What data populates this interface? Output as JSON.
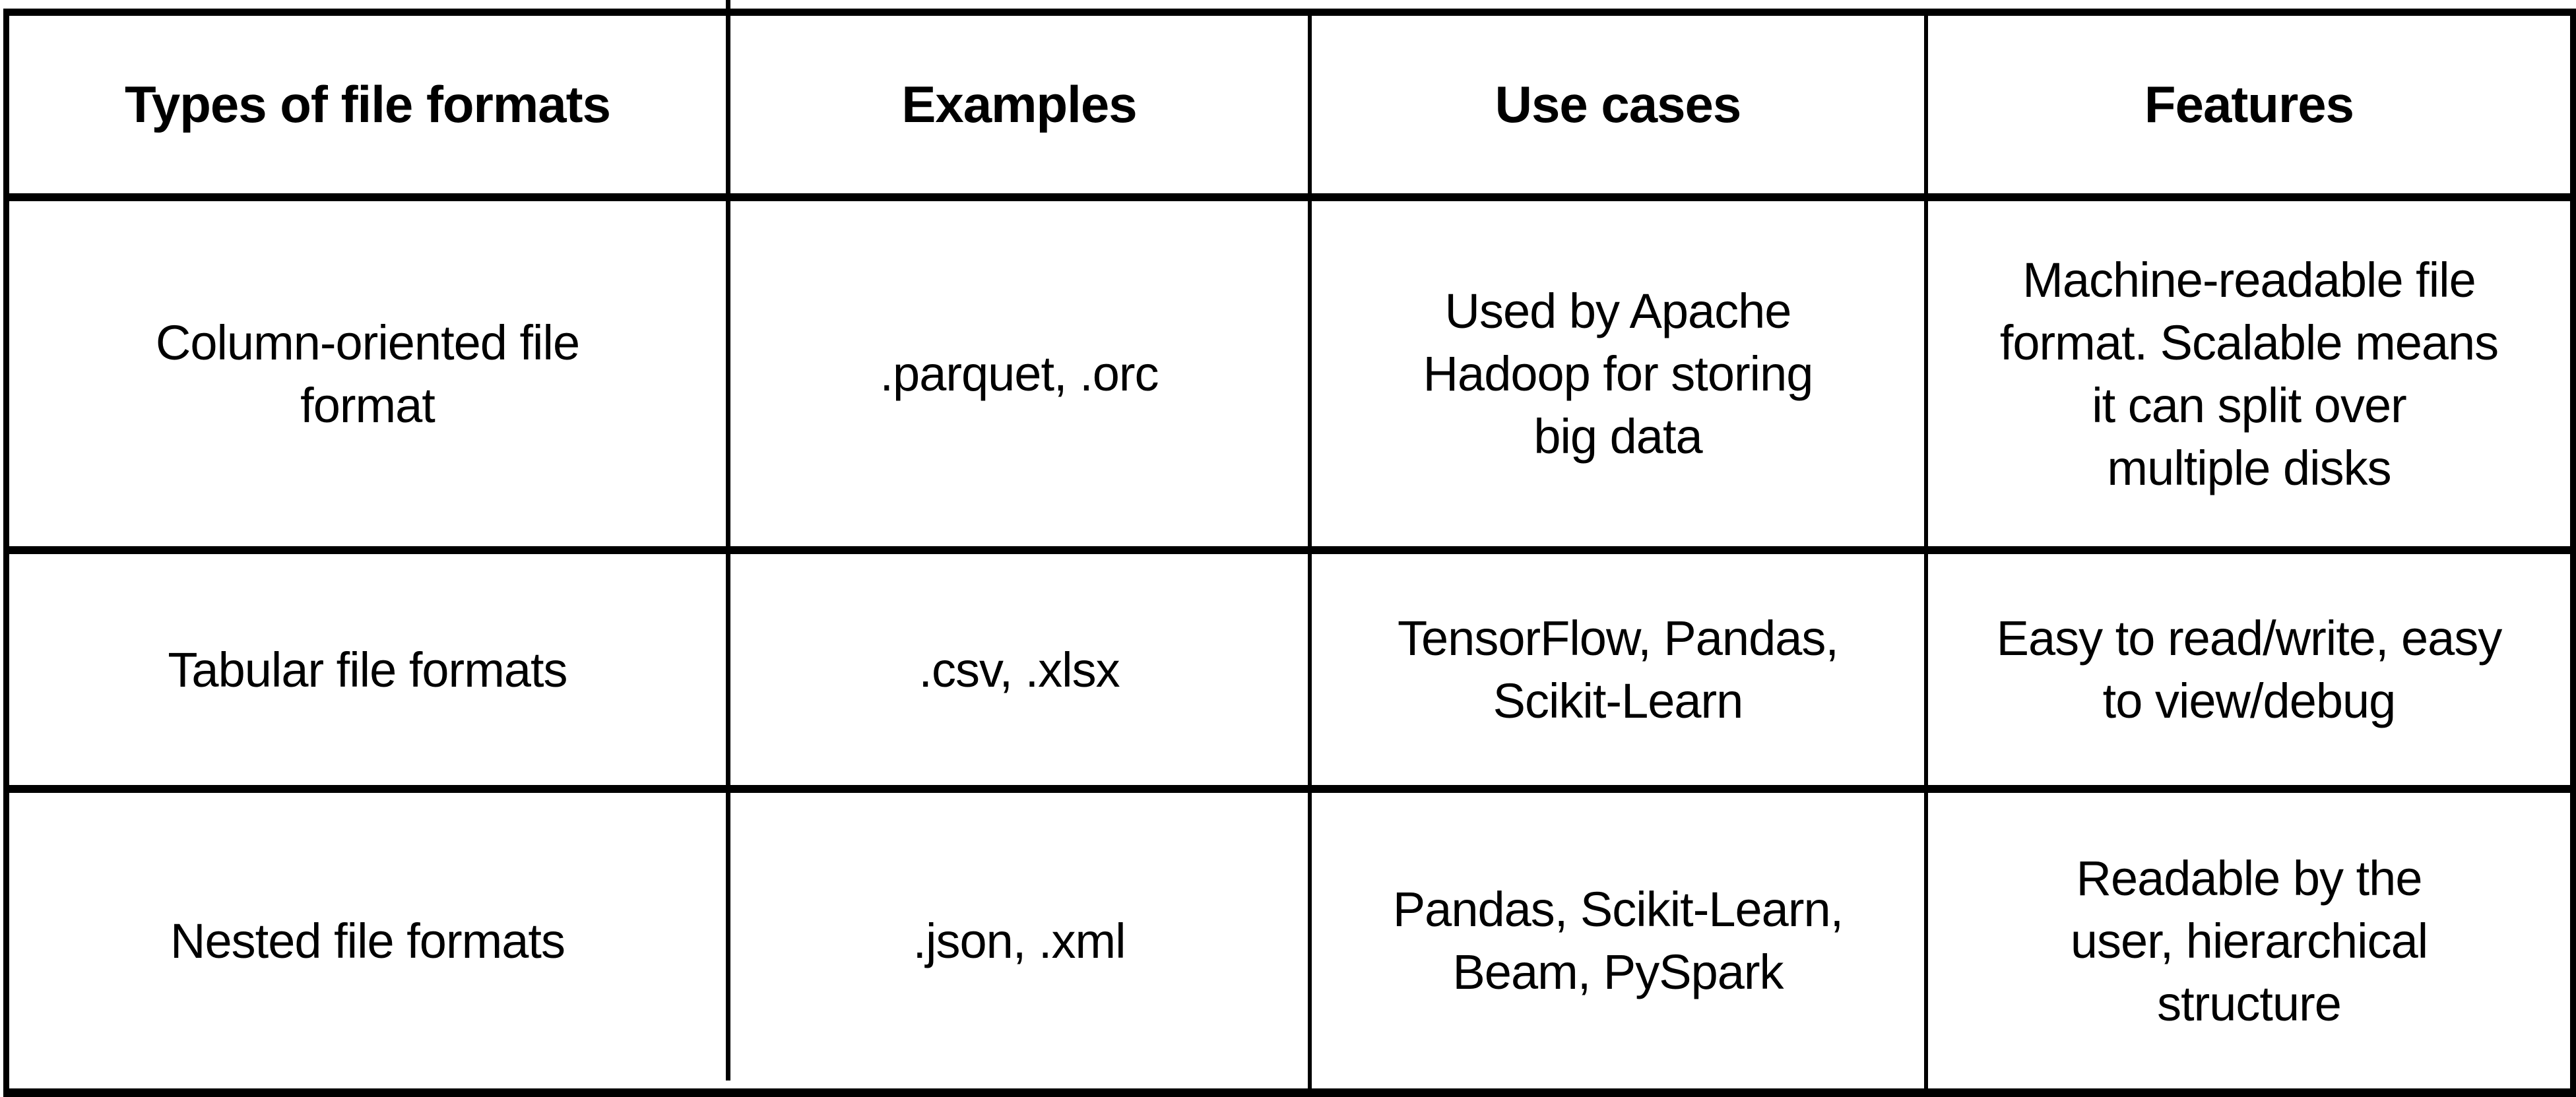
{
  "colors": {
    "background": "#ffffff",
    "border": "#000000",
    "text": "#000000"
  },
  "chart_data": {
    "type": "table",
    "columns": [
      "Types of file formats",
      "Examples",
      "Use cases",
      "Features"
    ],
    "rows": [
      [
        "Column-oriented file\nformat",
        ".parquet, .orc",
        "Used by Apache\nHadoop for storing\nbig data",
        "Machine-readable file\nformat. Scalable means\nit can split over\nmultiple disks"
      ],
      [
        "Tabular file formats",
        ".csv, .xlsx",
        "TensorFlow, Pandas,\nScikit-Learn",
        "Easy to read/write, easy\nto view/debug"
      ],
      [
        "Nested file formats",
        ".json, .xml",
        "Pandas, Scikit-Learn,\nBeam, PySpark",
        "Readable by the\nuser, hierarchical\nstructure"
      ]
    ]
  }
}
